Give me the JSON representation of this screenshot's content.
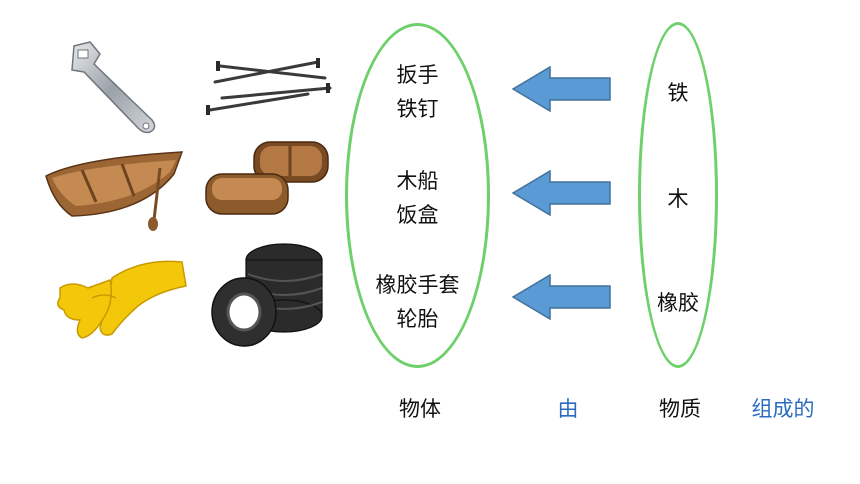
{
  "objects": {
    "group1": {
      "line1": "扳手",
      "line2": "铁钉"
    },
    "group2": {
      "line1": "木船",
      "line2": "饭盒"
    },
    "group3": {
      "line1": "橡胶手套",
      "line2": "轮胎"
    }
  },
  "materials": {
    "m1": "铁",
    "m2": "木",
    "m3": "橡胶"
  },
  "caption": {
    "objects": "物体",
    "by": "由",
    "material": "物质",
    "composed": "组成的"
  },
  "colors": {
    "ellipse": "#6dd06a",
    "arrow": "#5b9bd5",
    "accent_text": "#2b6cc0"
  }
}
